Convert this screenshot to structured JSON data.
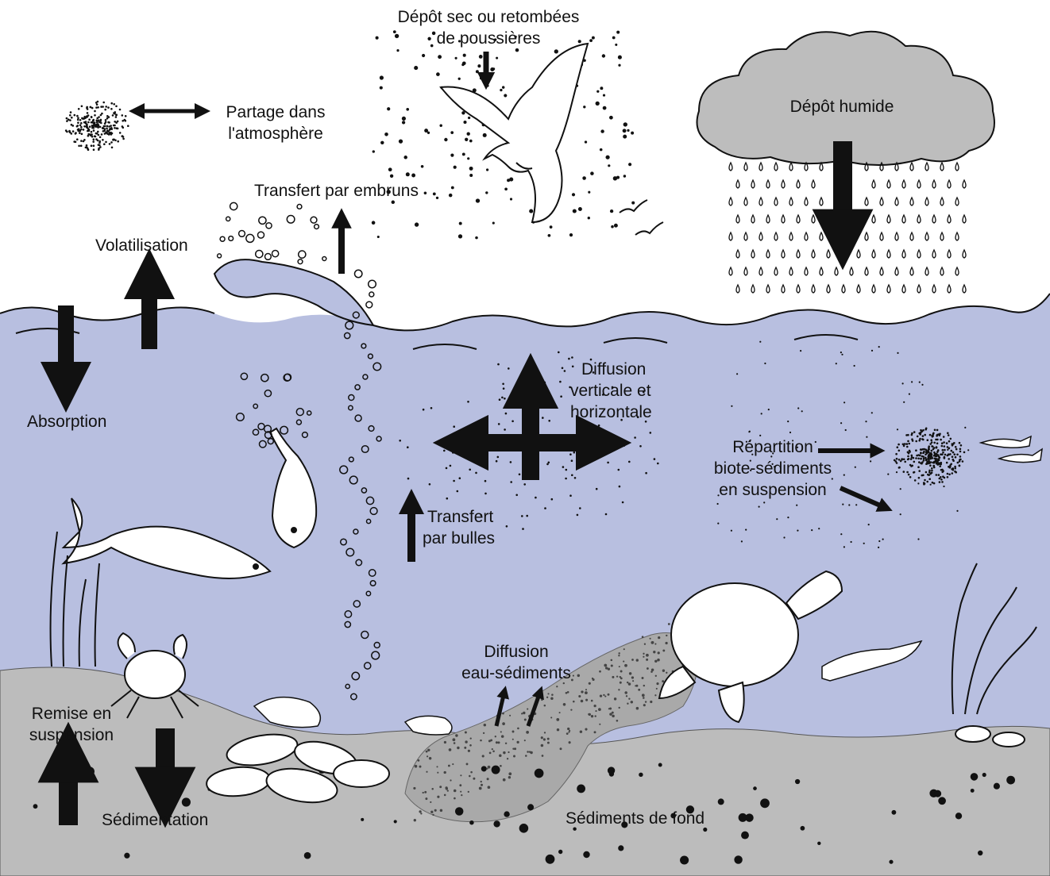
{
  "colors": {
    "sky": "#ffffff",
    "water": "#b8bfe0",
    "sediment": "#bcbcbc",
    "cloud": "#bdbdbd",
    "ink": "#111111"
  },
  "labels": {
    "dry_deposition_1": "Dépôt sec ou retombées",
    "dry_deposition_2": "de poussières",
    "partition_atm_1": "Partage dans",
    "partition_atm_2": "l'atmosphère",
    "wet_deposition": "Dépôt humide",
    "spray_transfer": "Transfert par embruns",
    "volatilization": "Volatilisation",
    "absorption": "Absorption",
    "diffusion_1": "Diffusion",
    "diffusion_2": "verticale et",
    "diffusion_3": "horizontale",
    "biota_1": "Répartition",
    "biota_2": "biote-sédiments",
    "biota_3": "en suspension",
    "bubble_1": "Transfert",
    "bubble_2": "par bulles",
    "water_sed_1": "Diffusion",
    "water_sed_2": "eau-sédiments",
    "resuspension_1": "Remise en",
    "resuspension_2": "suspension",
    "sedimentation": "Sédimentation",
    "bottom_sediments": "Sédiments de fond"
  },
  "icons": [
    "particle-cloud-icon",
    "bird-icon",
    "rain-cloud-icon",
    "fish-icon",
    "turtle-icon",
    "crab-icon",
    "shrimp-icon",
    "mussel-icon",
    "seaweed-icon",
    "seagull-icon"
  ]
}
